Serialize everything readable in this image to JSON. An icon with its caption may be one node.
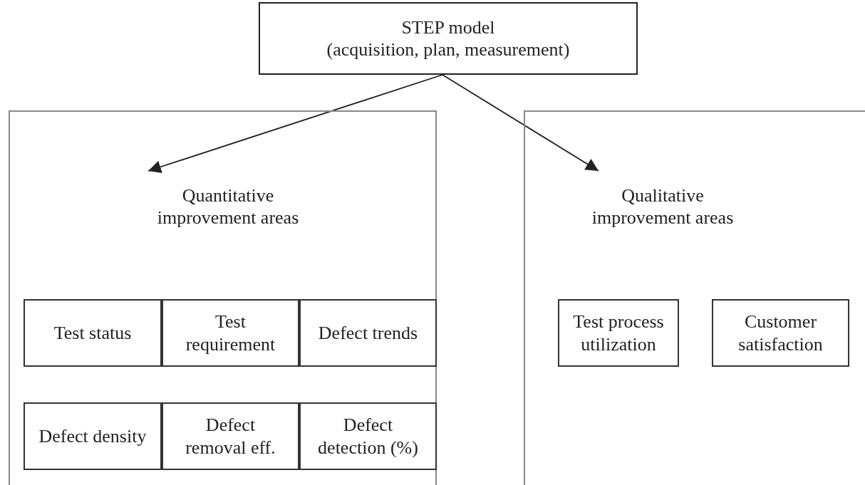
{
  "diagram": {
    "nodes": [
      {
        "text": [
          "STEP model",
          "(acquisition, plan, measurement)"
        ]
      },
      {
        "text": [],
        "shape": "box"
      },
      {
        "text": [
          "Quantitative improvement areas"
        ],
        "in": 1
      },
      {
        "text": [
          "Test status"
        ],
        "in": 1
      },
      {
        "text": [
          "Test requirement"
        ],
        "in": 1
      },
      {
        "text": [
          "Defect trends"
        ],
        "in": 1
      },
      {
        "text": [
          "Defect density"
        ],
        "in": 1
      },
      {
        "text": [
          "Defect removal eff."
        ],
        "in": 1
      },
      {
        "text": [
          "Defect detection (%)"
        ],
        "in": 1
      },
      {
        "text": [],
        "shape": "box"
      },
      {
        "text": [
          "Qualitative improvement areas"
        ],
        "in": 9
      },
      {
        "text": [
          "Test process utilization"
        ],
        "in": 9
      },
      {
        "text": [
          "Customer satisfaction"
        ],
        "in": 9
      }
    ],
    "edges": [
      {
        "from": 0,
        "to": 2,
        "arrow": "to"
      },
      {
        "from": 0,
        "to": 10,
        "arrow": "to"
      }
    ]
  }
}
